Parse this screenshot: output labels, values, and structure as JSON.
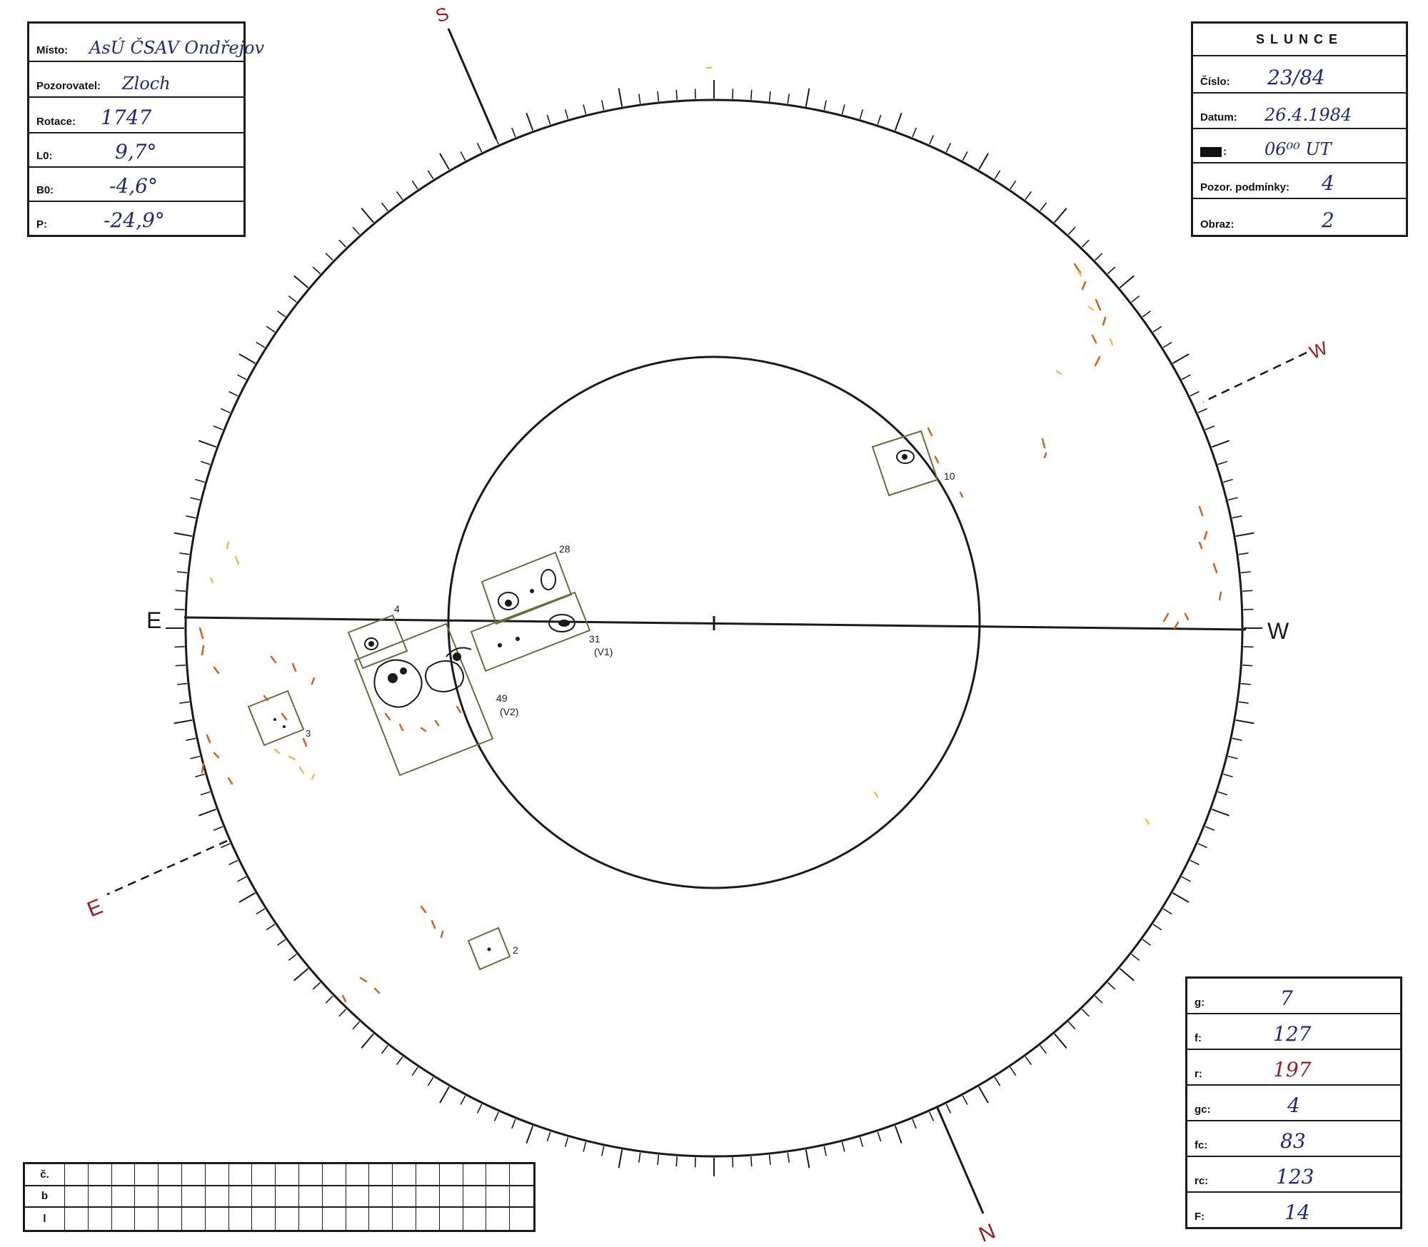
{
  "observation": {
    "misto_label": "Místo:",
    "misto_value": "AsÚ ČSAV Ondřejov",
    "pozorovatel_label": "Pozorovatel:",
    "pozorovatel_value": "Zloch",
    "rotace_label": "Rotace:",
    "rotace_value": "1747",
    "l0_label": "L0:",
    "l0_value": "9,7°",
    "b0_label": "B0:",
    "b0_value": "-4,6°",
    "p_label": "P:",
    "p_value": "-24,9°"
  },
  "sun_header": {
    "title": "SLUNCE",
    "cislo_label": "Číslo:",
    "cislo_value": "23/84",
    "datum_label": "Datum:",
    "datum_value": "26.4.1984",
    "time_label": ":",
    "time_value": "06⁰⁰ UT",
    "podminky_label": "Pozor. podmínky:",
    "podminky_value": "4",
    "obraz_label": "Obraz:",
    "obraz_value": "2"
  },
  "counts": {
    "g_label": "g:",
    "g_value": "7",
    "f_label": "f:",
    "f_value": "127",
    "r_label": "r:",
    "r_value": "197",
    "gc_label": "gc:",
    "gc_value": "4",
    "fc_label": "fc:",
    "fc_value": "83",
    "rc_label": "rc:",
    "rc_value": "123",
    "F_label": "F:",
    "F_value": "14"
  },
  "grid_table": {
    "rows": [
      "č.",
      "b",
      "l"
    ]
  },
  "directions": {
    "s_top": "S",
    "n_bottom": "N",
    "e_axis": "E",
    "w_axis": "W",
    "w_dashed": "W",
    "e_dashed": "E"
  },
  "groups": [
    {
      "id": "10",
      "label": "10"
    },
    {
      "id": "28",
      "label": "28"
    },
    {
      "id": "31",
      "label": "31",
      "sub": "(V1)"
    },
    {
      "id": "49",
      "label": "49",
      "sub": "(V2)"
    },
    {
      "id": "4",
      "label": "4"
    },
    {
      "id": "3",
      "label": "3"
    },
    {
      "id": "2",
      "label": "2"
    }
  ],
  "colors": {
    "ink": "#1a1a1a",
    "pen_blue": "#1b2a7a",
    "pen_red": "#9b1a1a",
    "facula_orange": "#d4601c",
    "facula_yellow": "#e8c04a",
    "group_box": "#6b6a3a"
  }
}
